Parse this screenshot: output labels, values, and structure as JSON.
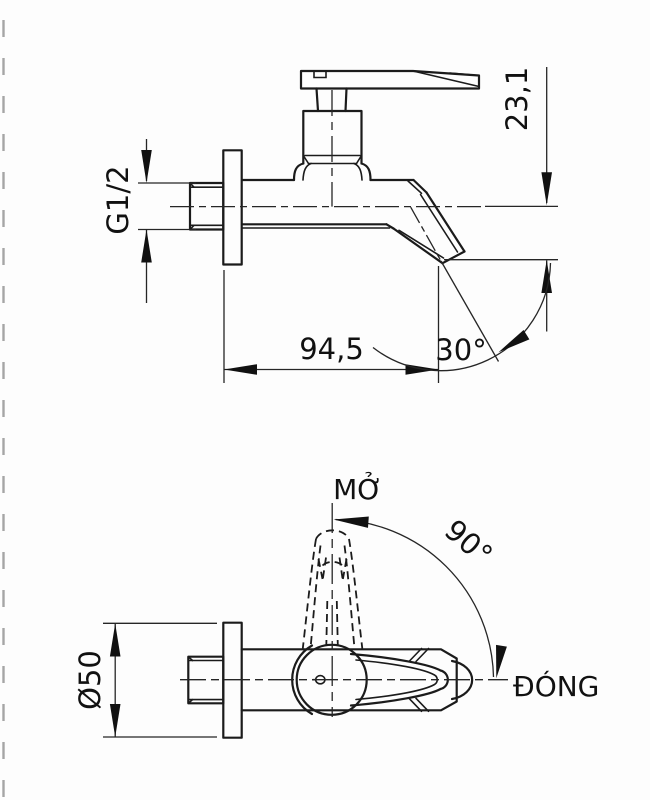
{
  "drawing": {
    "background": "#fdfdfd",
    "line_color": "#1b1b1b",
    "border_color": "#a5a5a5",
    "side_view": {
      "dim_thread": "G1/2",
      "dim_height": "23,1",
      "dim_length": "94,5",
      "dim_spout_angle": "30°"
    },
    "top_view": {
      "dim_diameter": "Ø50",
      "label_open": "MỞ",
      "dim_rotation": "90°",
      "label_closed": "ĐÓNG"
    }
  }
}
